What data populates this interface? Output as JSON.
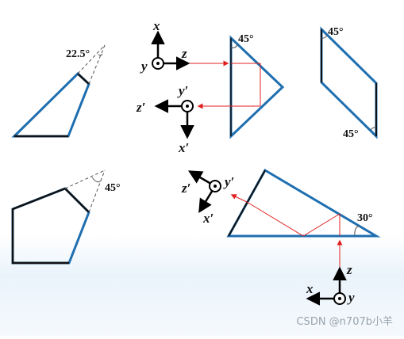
{
  "labels": {
    "angle_22_5": "22.5°",
    "angle_45_a": "45°",
    "angle_45_b": "45°",
    "angle_45_c": "45°",
    "angle_45_d": "45°",
    "angle_30": "30°",
    "axis_x": "x",
    "axis_y": "y",
    "axis_z": "z",
    "axis_x_prime": "x′",
    "axis_y_prime": "y′",
    "axis_z_prime": "z′",
    "axis_x_b": "x",
    "axis_y_b": "y",
    "axis_z_b": "z",
    "axis_x_prime_b": "x′",
    "axis_y_prime_b": "y′",
    "axis_z_prime_b": "z′"
  },
  "watermark": "CSDN @n707b小羊",
  "colors": {
    "prism_outline": "#1f6fb0",
    "ray": "#e02020",
    "axis": "#000000",
    "construction": "#555555"
  }
}
